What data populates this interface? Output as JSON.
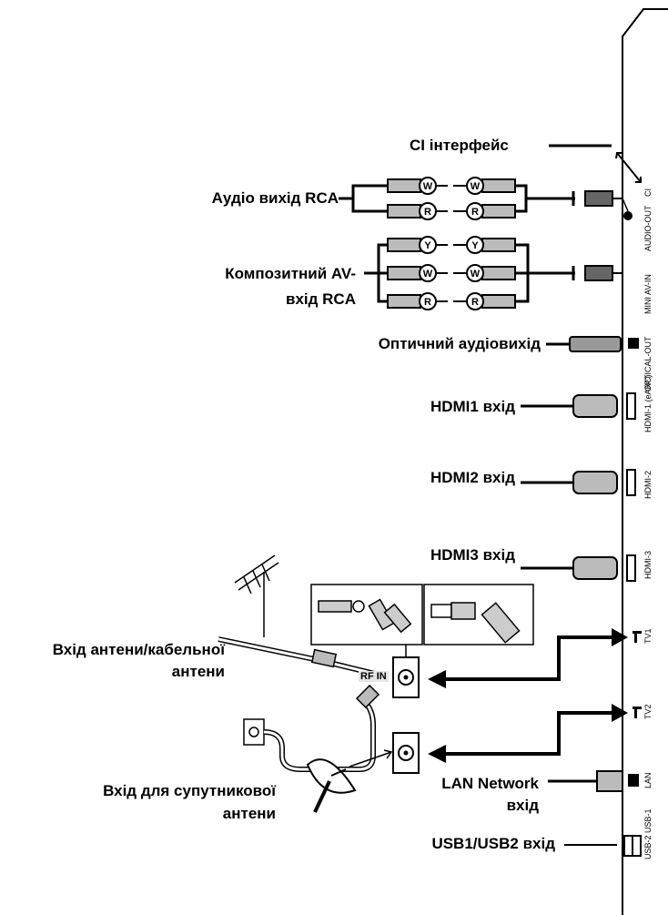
{
  "labels": {
    "ci": "CI інтерфейс",
    "audio_out": "Аудіо вихід RCA",
    "composite_1": "Композитний AV-",
    "composite_2": "вхід RCA",
    "optical": "Оптичний аудіовихід",
    "hdmi1": "HDMI1 вхід",
    "hdmi2": "HDMI2 вхід",
    "hdmi3": "HDMI3 вхід",
    "antenna_1": "Вхід антени/кабельної",
    "antenna_2": "антени",
    "satellite_1": "Вхід для супутникової",
    "satellite_2": "антени",
    "lan_1": "LAN Network",
    "lan_2": "вхід",
    "usb": "USB1/USB2 вхід"
  },
  "ports": {
    "ci": "CI",
    "audio_out": "AUDIO-OUT",
    "mini_av": "MINI AV-IN",
    "optical": "OPTICAL-OUT",
    "hdmi1": "HDMI-1 (eARC)",
    "hdmi2": "HDMI-2",
    "hdmi3": "HDMI-3",
    "tv1": "TV1",
    "tv2": "TV2",
    "lan": "LAN",
    "usb": "USB-2 USB-1"
  },
  "plugs": {
    "white": "W",
    "red": "R",
    "yellow": "Y",
    "rf": "RF IN"
  }
}
